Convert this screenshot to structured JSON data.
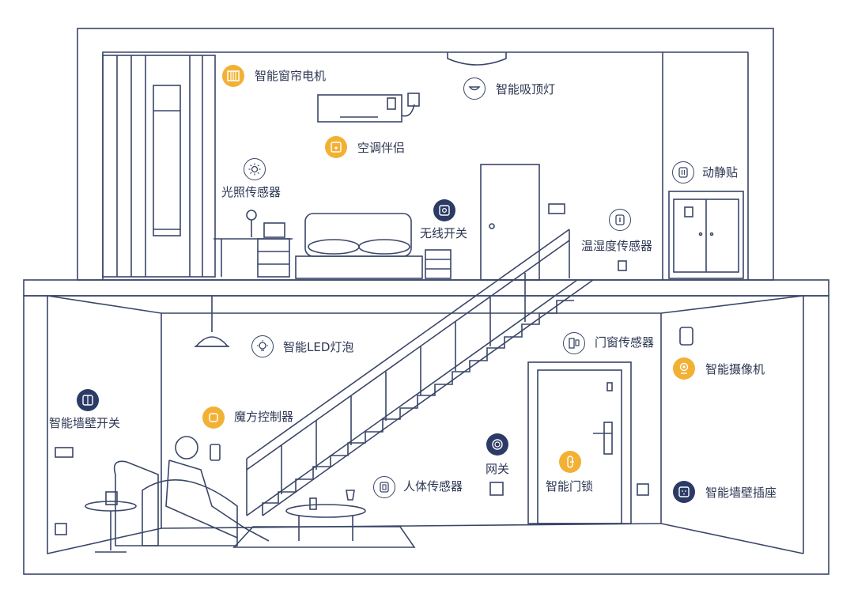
{
  "colors": {
    "line": "#3a4668",
    "orange": "#f2b134",
    "navy": "#2c3b66",
    "text": "#2c3652"
  },
  "devices": {
    "curtain_motor": {
      "label": "智能窗帘电机",
      "icon": "curtain-motor-icon"
    },
    "ceiling_light": {
      "label": "智能吸顶灯",
      "icon": "ceiling-light-icon"
    },
    "ac_companion": {
      "label": "空调伴侣",
      "icon": "ac-companion-icon"
    },
    "light_sensor": {
      "label": "光照传感器",
      "icon": "light-sensor-icon"
    },
    "wireless_switch": {
      "label": "无线开关",
      "icon": "wireless-switch-icon"
    },
    "vibration_sensor": {
      "label": "动静贴",
      "icon": "vibration-sensor-icon"
    },
    "temp_humidity_sensor": {
      "label": "温湿度传感器",
      "icon": "thermometer-icon"
    },
    "led_bulb": {
      "label": "智能LED灯泡",
      "icon": "bulb-icon"
    },
    "door_window_sensor": {
      "label": "门窗传感器",
      "icon": "door-window-sensor-icon"
    },
    "camera": {
      "label": "智能摄像机",
      "icon": "camera-icon"
    },
    "wall_switch": {
      "label": "智能墙壁开关",
      "icon": "wall-switch-icon"
    },
    "magic_cube": {
      "label": "魔方控制器",
      "icon": "cube-controller-icon"
    },
    "gateway": {
      "label": "网关",
      "icon": "gateway-icon"
    },
    "motion_sensor": {
      "label": "人体传感器",
      "icon": "motion-sensor-icon"
    },
    "smart_lock": {
      "label": "智能门锁",
      "icon": "door-lock-icon"
    },
    "wall_socket": {
      "label": "智能墙壁插座",
      "icon": "wall-socket-icon"
    }
  }
}
